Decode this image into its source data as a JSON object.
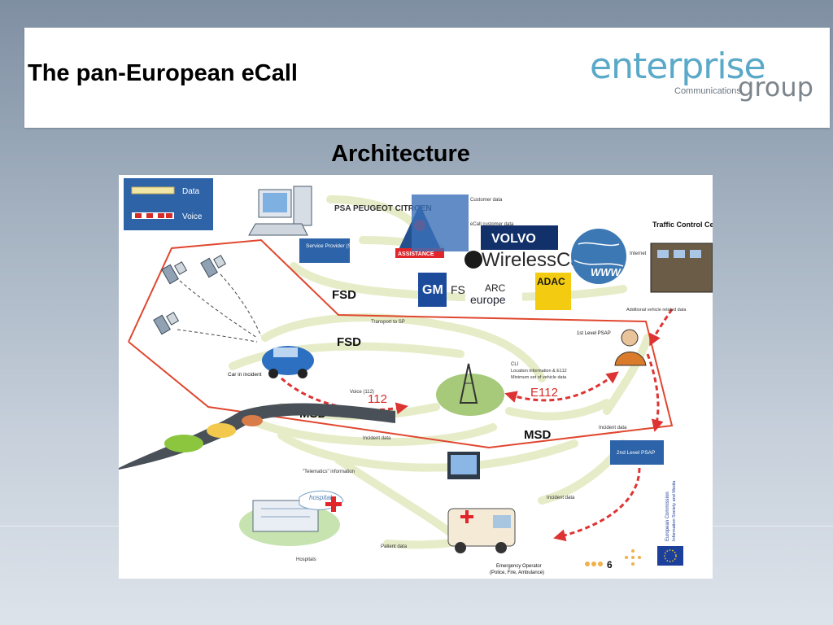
{
  "slide": {
    "title": "The pan-European eCall",
    "subtitle": "Architecture",
    "page_number": "6"
  },
  "logo": {
    "main": "enterprise",
    "sub": "Communications",
    "group": "group"
  },
  "diagram": {
    "legend": [
      "Data",
      "Voice"
    ],
    "labels": {
      "service_provider": "Service Provider (SP)",
      "psa": "PSA PEUGEOT CITROEN",
      "customer_data": "Customer data",
      "ecall_customer_data": "eCall customer data",
      "volvo": "VOLVO",
      "wireless_car": "WirelessCar",
      "gm": "GM",
      "arc_top": "ARC",
      "arc_bottom": "europe",
      "adac": "ADAC",
      "assistance": "ASSISTANCE",
      "traffic_control": "Traffic Control Centre",
      "internet": "Internet",
      "fsd_1": "FSD",
      "fsd_2": "FSD",
      "msd_1": "MSD",
      "msd_2": "MSD",
      "num_112": "112",
      "e112": "E112",
      "voice_112": "Voice (112)",
      "transport_sp": "Transport to SP",
      "car_in_incident": "Car in incident",
      "cli": "CLI",
      "location_info_1": "Location information & E112",
      "location_info_2": "Minimum set of vehicle data",
      "first_level_psap": "1st Level PSAP",
      "second_level_psap": "2nd Level PSAP",
      "additional_info": "Additional vehicle related data",
      "incident_data_1": "Incident data",
      "incident_data_2": "Incident data",
      "incident_data_3": "Incident data",
      "detailed_info": "\"Telematics\" information",
      "patient_data": "Patient data",
      "hospitals": "Hospitals",
      "hospital": "hospital",
      "emergency_operator_1": "Emergency Operator",
      "emergency_operator_2": "(Police, Fire, Ambulance)",
      "ec_line1": "European Commission",
      "ec_line2": "Information Society and Media"
    }
  }
}
